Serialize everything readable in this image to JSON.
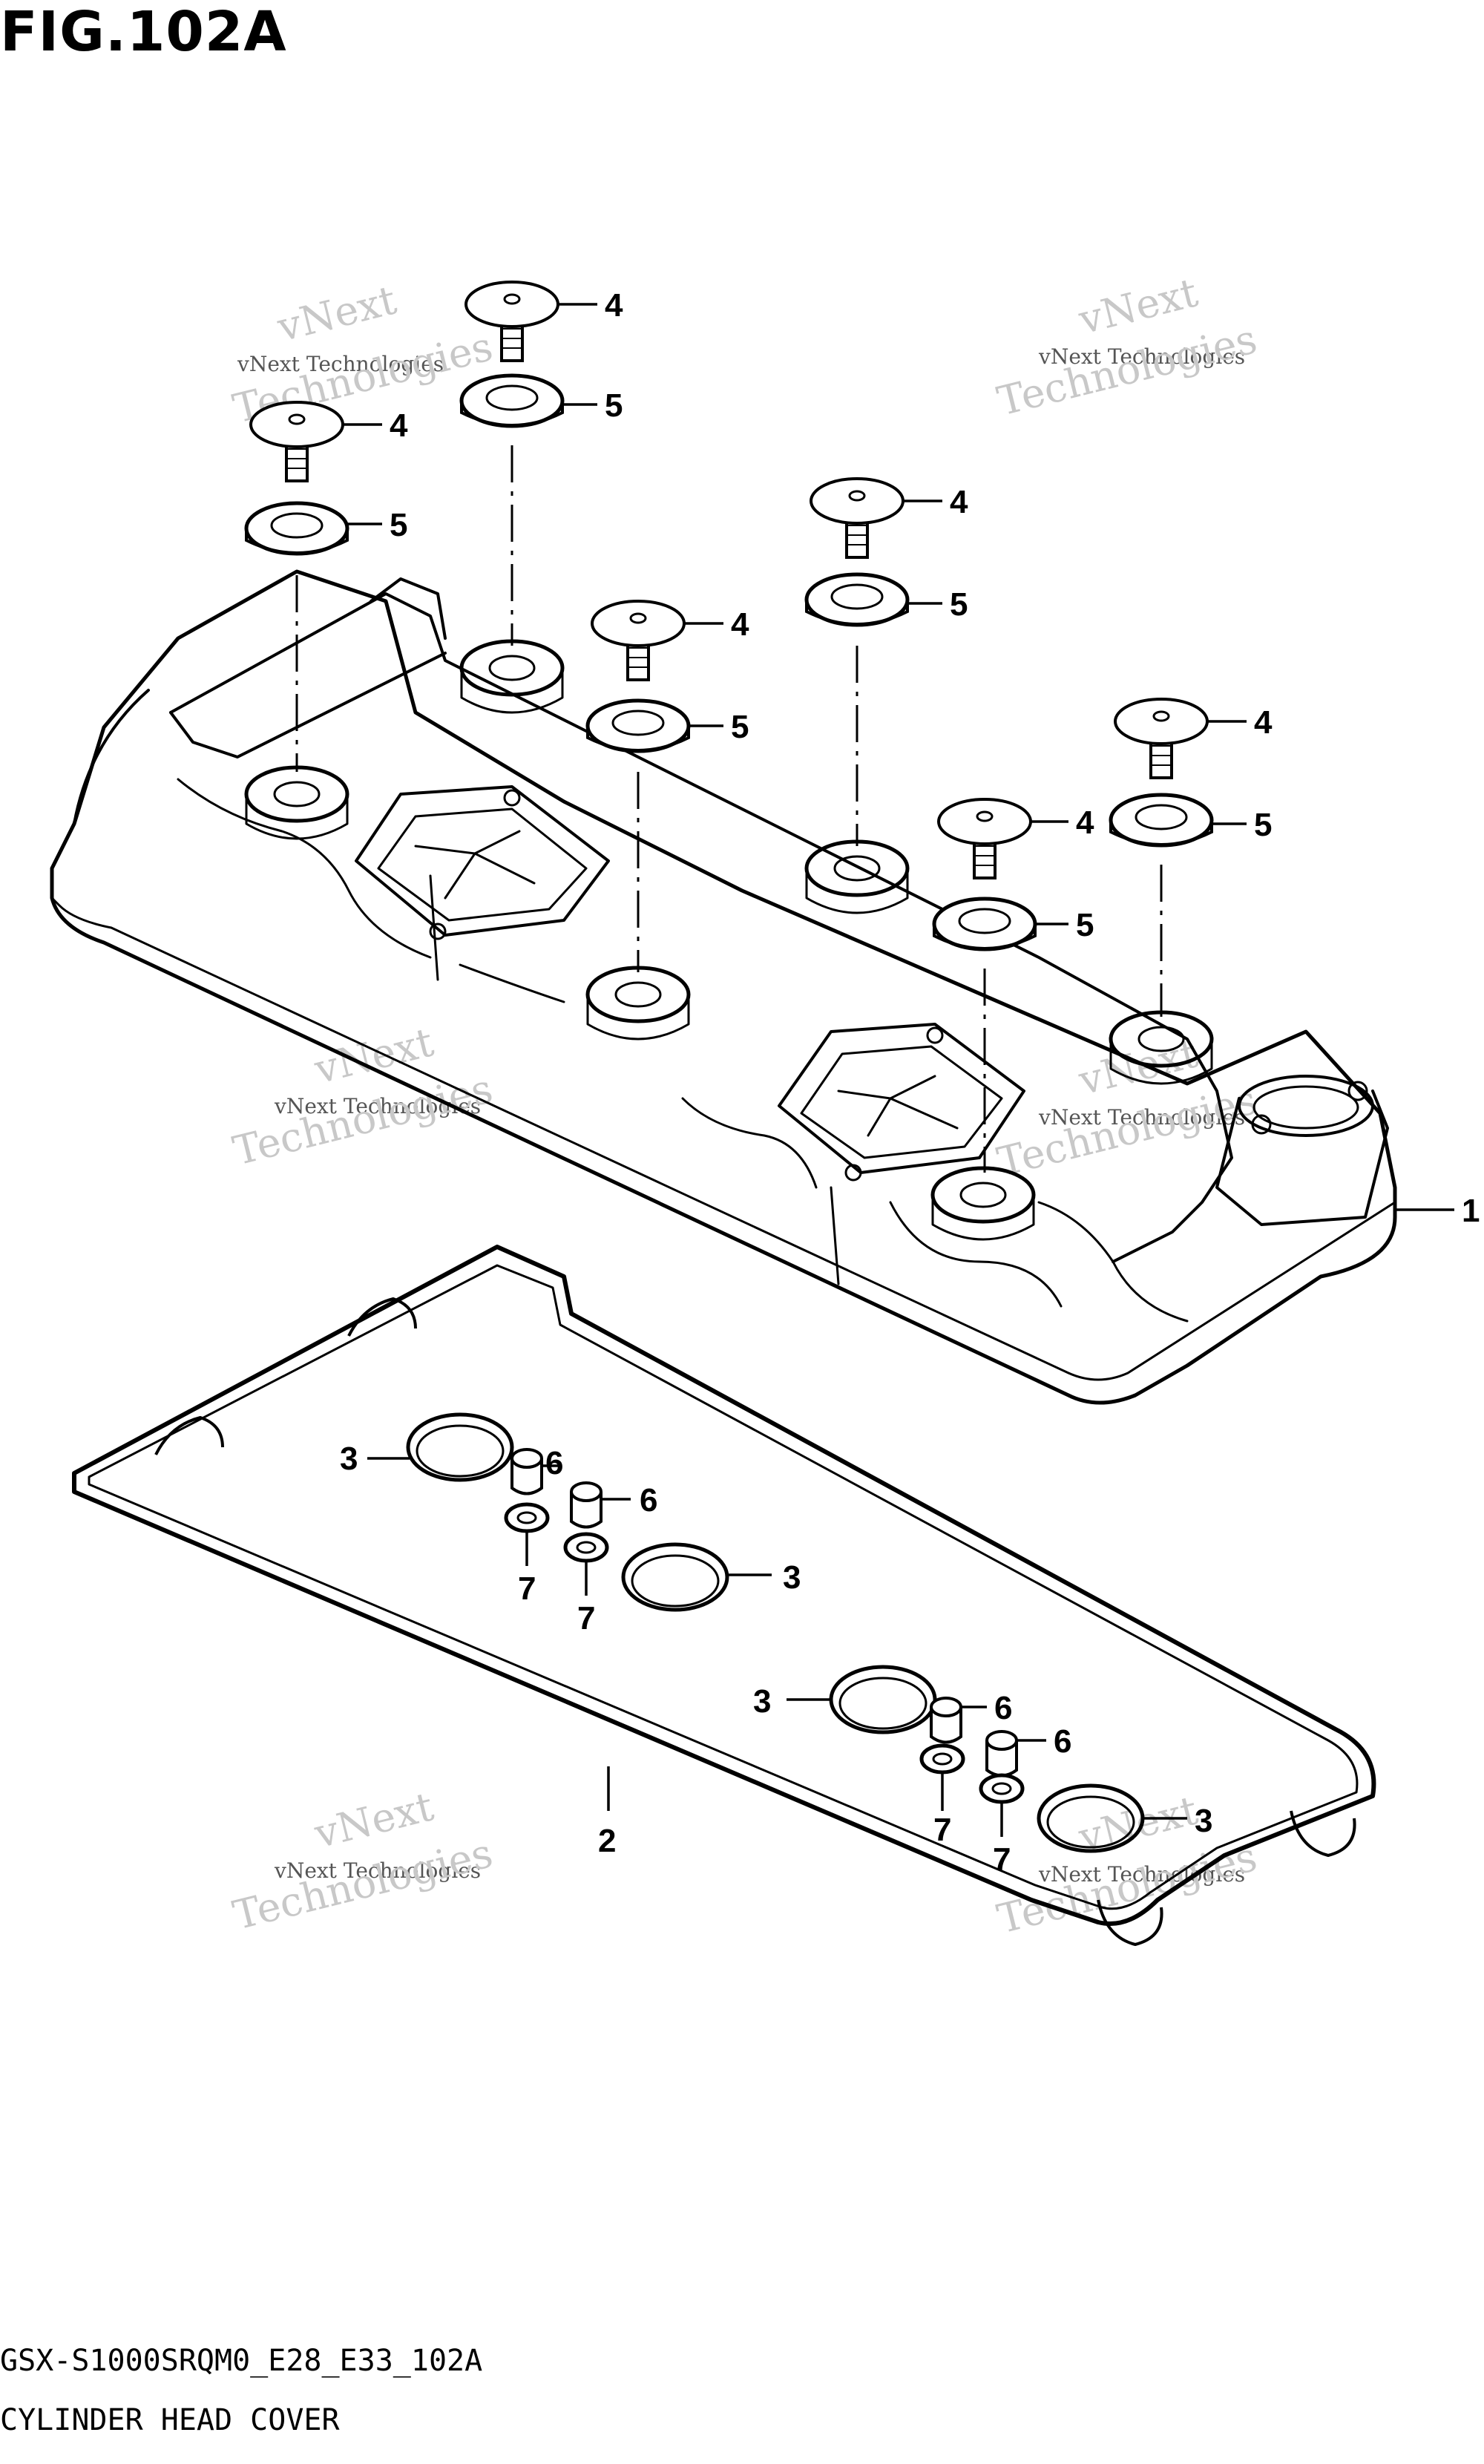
{
  "figure": {
    "title": "FIG.102A",
    "model_code": "GSX-S1000SRQM0_E28_E33_102A",
    "caption": "CYLINDER HEAD COVER"
  },
  "callouts": [
    {
      "id": "c1",
      "label": "1"
    },
    {
      "id": "c2",
      "label": "2"
    },
    {
      "id": "c3a",
      "label": "3"
    },
    {
      "id": "c3b",
      "label": "3"
    },
    {
      "id": "c3c",
      "label": "3"
    },
    {
      "id": "c3d",
      "label": "3"
    },
    {
      "id": "c4a",
      "label": "4"
    },
    {
      "id": "c4b",
      "label": "4"
    },
    {
      "id": "c4c",
      "label": "4"
    },
    {
      "id": "c4d",
      "label": "4"
    },
    {
      "id": "c4e",
      "label": "4"
    },
    {
      "id": "c4f",
      "label": "4"
    },
    {
      "id": "c5a",
      "label": "5"
    },
    {
      "id": "c5b",
      "label": "5"
    },
    {
      "id": "c5c",
      "label": "5"
    },
    {
      "id": "c5d",
      "label": "5"
    },
    {
      "id": "c5e",
      "label": "5"
    },
    {
      "id": "c5f",
      "label": "5"
    },
    {
      "id": "c6a",
      "label": "6"
    },
    {
      "id": "c6b",
      "label": "6"
    },
    {
      "id": "c6c",
      "label": "6"
    },
    {
      "id": "c6d",
      "label": "6"
    },
    {
      "id": "c7a",
      "label": "7"
    },
    {
      "id": "c7b",
      "label": "7"
    },
    {
      "id": "c7c",
      "label": "7"
    },
    {
      "id": "c7d",
      "label": "7"
    }
  ],
  "watermark": {
    "line1": "vNext Technologies",
    "big1": "vNext",
    "big2": "Technologies"
  }
}
